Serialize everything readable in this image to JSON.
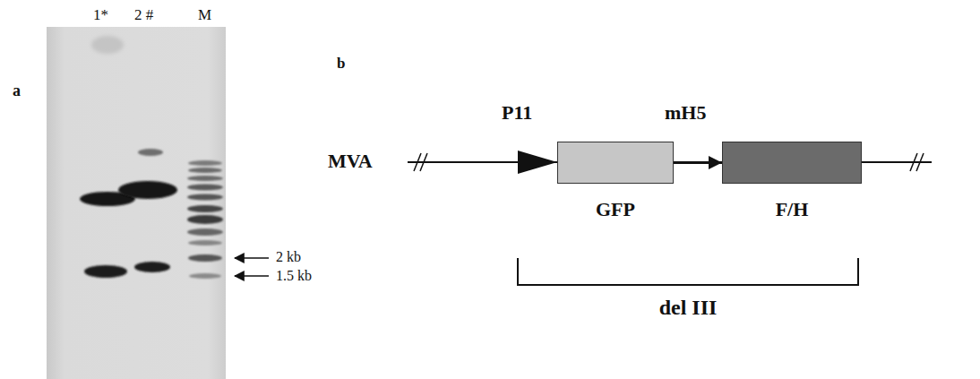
{
  "diagram": {
    "nodes": [
      {
        "text": [
          "GFP"
        ]
      },
      {
        "text": [
          "F/H"
        ]
      }
    ],
    "edges": [
      {
        "from": 0,
        "to": 1,
        "arrow": "to"
      }
    ],
    "labels": [
      "a",
      "1*",
      "2 #",
      "M",
      "2 kb",
      "1.5 kb",
      "b",
      "MVA",
      "P11",
      "mH5",
      "del III"
    ]
  }
}
